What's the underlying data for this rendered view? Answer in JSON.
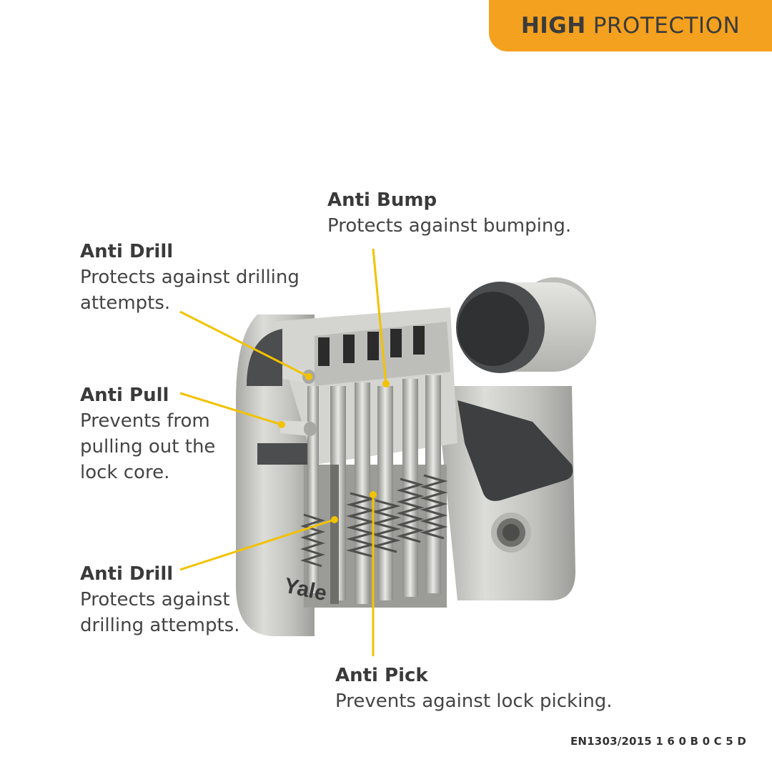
{
  "badge": {
    "bold": "HIGH",
    "light": "PROTECTION"
  },
  "callouts": {
    "anti_drill_top": {
      "title": "Anti Drill",
      "desc": "Protects against drilling\nattempts."
    },
    "anti_pull": {
      "title": "Anti Pull",
      "desc": "Prevents from\npulling out the\nlock core."
    },
    "anti_drill_bottom": {
      "title": "Anti Drill",
      "desc": "Protects against\ndrilling attempts."
    },
    "anti_bump": {
      "title": "Anti Bump",
      "desc": "Protects against bumping."
    },
    "anti_pick": {
      "title": "Anti Pick",
      "desc": "Prevents against lock picking."
    }
  },
  "brand_mark": "Yale",
  "certification": "EN1303/2015 1 6 0 B 0 C 5 D",
  "colors": {
    "accent": "#f4a11f",
    "leader": "#f2c200",
    "metal": "#c9c9c6"
  }
}
